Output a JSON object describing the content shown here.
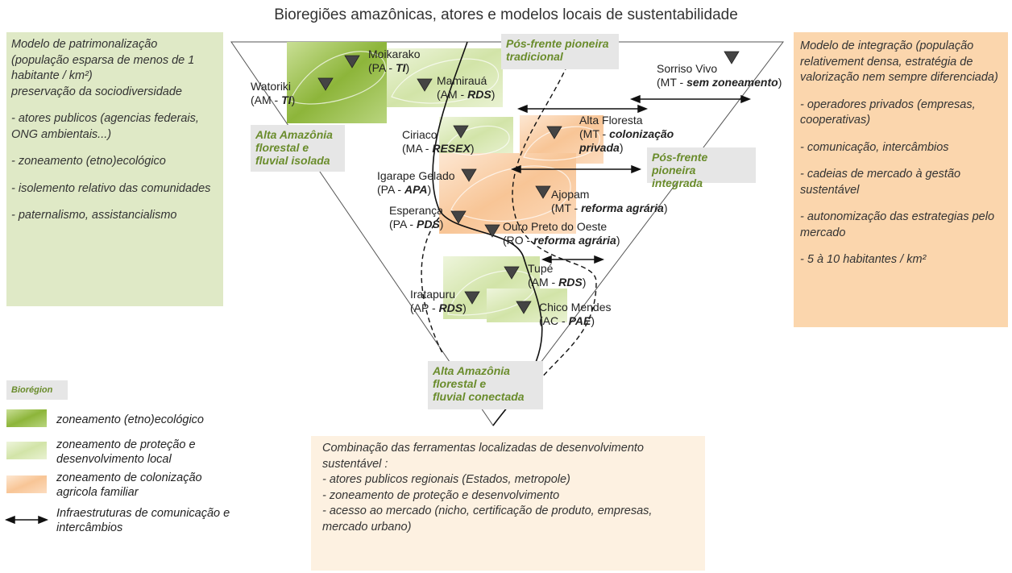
{
  "title": "Bioregiões amazônicas, atores e modelos locais de sustentabilidade",
  "left_box": {
    "heading": "Modelo de patrimonalização\n(população esparsa de menos de 1 habitante / km²)",
    "subheading": "preservação da sociodiversidade",
    "items": [
      "- atores publicos (agencias federais, ONG ambientais...)",
      "- zoneamento (etno)ecológico",
      "- isolemento relativo das comunidades",
      "- paternalismo, assistancialismo"
    ]
  },
  "right_box": {
    "heading": "Modelo de integração (população relativement densa, estratégia de valorização nem sempre diferenciada)",
    "items": [
      "- operadores privados (empresas, cooperativas)",
      "- comunicação, intercâmbios",
      "- cadeias de mercado à gestão sustentável",
      "- autonomização das estrategias pelo mercado",
      "- 5 à 10 habitantes / km²"
    ]
  },
  "bottom_box": {
    "heading": "Combinação das ferramentas localizadas de desenvolvimento sustentável :",
    "items": [
      "- atores publicos regionais (Estados, metropole)",
      "- zoneamento de proteção e desenvolvimento",
      "- acesso ao mercado (nicho, certificação de produto, empresas, mercado urbano)"
    ]
  },
  "zone_labels": {
    "pos_frente_tradicional": "Pós-frente pioneira\ntradicional",
    "pos_frente_integrada": "Pós-frente pioneira\nintegrada",
    "alta_amazonia_isolada": "Alta Amazônia\nflorestal e\nfluvial isolada",
    "alta_amazonia_conectada": "Alta Amazônia\nflorestal e\nfluvial conectada"
  },
  "sites": [
    {
      "name": "Moikarako",
      "state": "PA",
      "zone": "TI"
    },
    {
      "name": "Watoriki",
      "state": "AM",
      "zone": "TI"
    },
    {
      "name": "Mamirauá",
      "state": "AM",
      "zone": "RDS"
    },
    {
      "name": "Sorriso Vivo",
      "state": "MT",
      "zone": "sem zoneamento"
    },
    {
      "name": "Ciriaco",
      "state": "MA",
      "zone": "RESEX"
    },
    {
      "name": "Alta Floresta",
      "state": "MT",
      "zone": "colonização privada"
    },
    {
      "name": "Igarape Gelado",
      "state": "PA",
      "zone": "APA"
    },
    {
      "name": "Ajopam",
      "state": "MT",
      "zone": "reforma agrária"
    },
    {
      "name": "Esperança",
      "state": "PA",
      "zone": "PDS"
    },
    {
      "name": "Ouro Preto do Oeste",
      "state": "RO",
      "zone": "reforma agrária"
    },
    {
      "name": "Tupé",
      "state": "AM",
      "zone": "RDS"
    },
    {
      "name": "Iratapuru",
      "state": "AP",
      "zone": "RDS"
    },
    {
      "name": "Chico Mendes",
      "state": "AC",
      "zone": "PAE"
    }
  ],
  "legend": {
    "title": "Biorégion",
    "items": [
      {
        "label": "zoneamento (etno)ecológico",
        "color": "#8fb53e"
      },
      {
        "label": "zoneamento de proteção e desenvolvimento local",
        "color": "#d7e7b5"
      },
      {
        "label": "zoneamento de colonização agricola familiar",
        "color": "#f7c79a"
      },
      {
        "label": "Infraestruturas de comunicação e intercâmbios",
        "color": "#111111"
      }
    ]
  }
}
